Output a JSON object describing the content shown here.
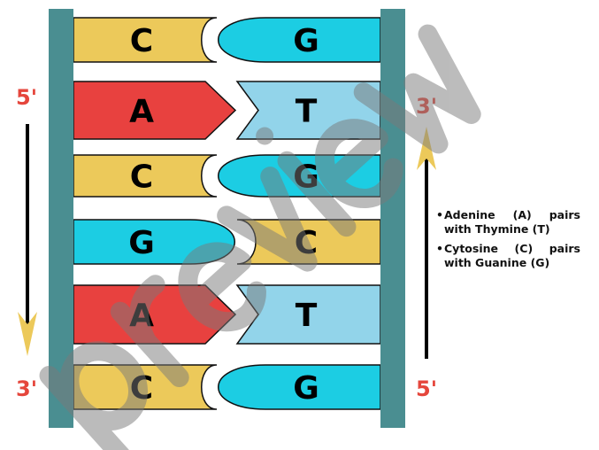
{
  "colors": {
    "backbone": "#4A8E91",
    "C": "#ECC95A",
    "G": "#1CCDE3",
    "A": "#E8413F",
    "T": "#92D4EA",
    "end_label": "#E5463C",
    "arrowhead": "#ECC95A"
  },
  "base_pairs": [
    {
      "left": "C",
      "right": "G"
    },
    {
      "left": "A",
      "right": "T"
    },
    {
      "left": "C",
      "right": "G"
    },
    {
      "left": "G",
      "right": "C"
    },
    {
      "left": "A",
      "right": "T"
    },
    {
      "left": "C",
      "right": "G"
    }
  ],
  "left_strand": {
    "top_label": "5'",
    "bottom_label": "3'",
    "direction": "down"
  },
  "right_strand": {
    "top_label": "3'",
    "bottom_label": "5'",
    "direction": "up"
  },
  "legend": [
    "Adenine (A) pairs with Thymine (T)",
    "Cytosine (C) pairs with Guanine (G)"
  ],
  "watermark": "preview"
}
